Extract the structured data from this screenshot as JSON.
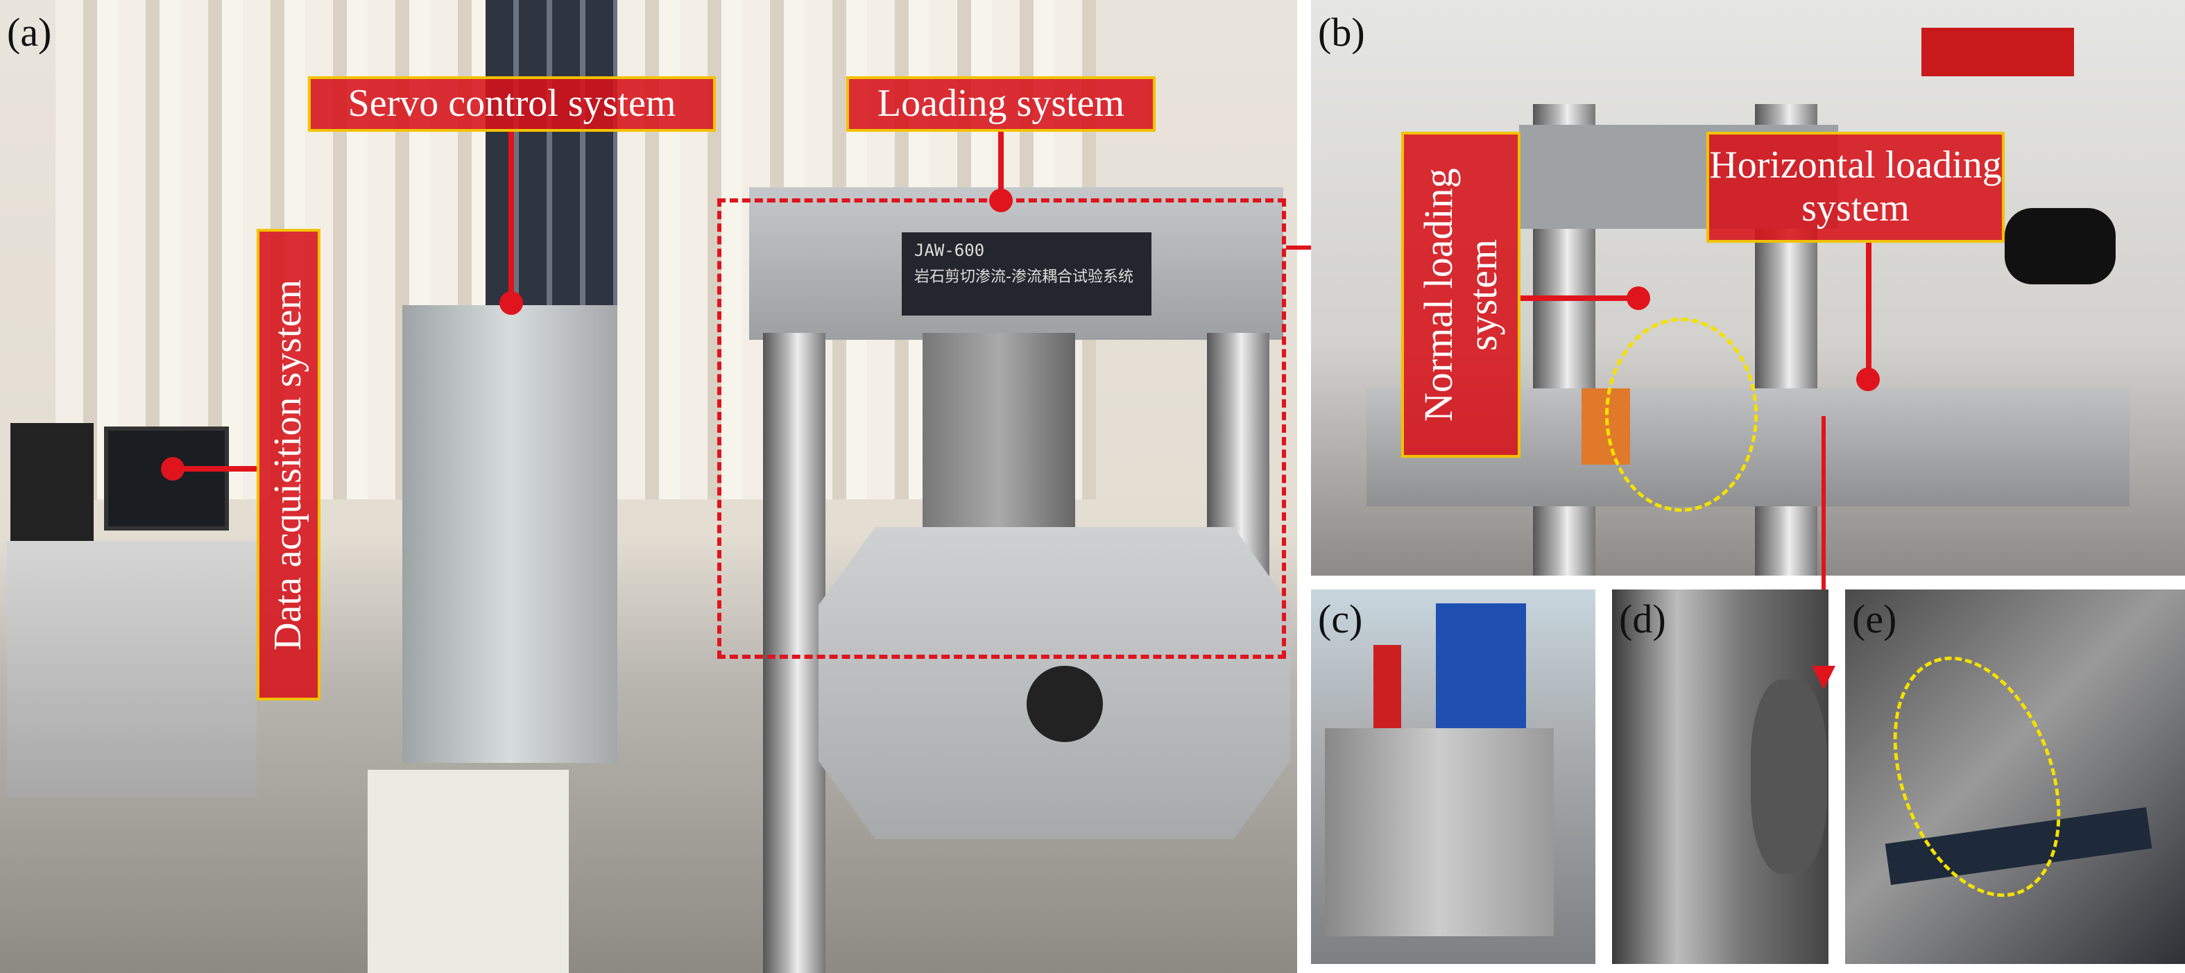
{
  "panels": {
    "a": {
      "label": "(a)",
      "tags": {
        "servo": "Servo control system",
        "loading": "Loading system",
        "daq": "Data acquisition system"
      },
      "nameplate": {
        "model": "JAW-600",
        "title": "岩石剪切渗流-渗流耦合试验系统"
      }
    },
    "b": {
      "label": "(b)",
      "tags": {
        "normal": "Normal loading system",
        "horizontal": "Horizontal loading system"
      }
    },
    "c": {
      "label": "(c)"
    },
    "d": {
      "label": "(d)"
    },
    "e": {
      "label": "(e)"
    }
  },
  "colors": {
    "tag_bg": "#d6121a",
    "tag_border": "#f2c200",
    "highlight": "#f5e000"
  }
}
